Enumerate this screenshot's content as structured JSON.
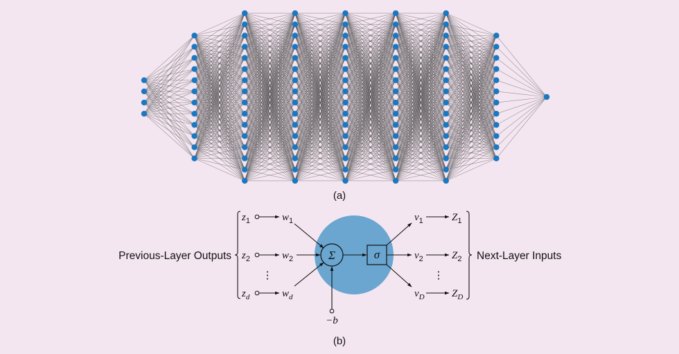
{
  "panel_a": {
    "caption": "(a)",
    "layers": [
      {
        "name": "input",
        "nodes": 4
      },
      {
        "name": "hidden-1",
        "nodes": 12
      },
      {
        "name": "hidden-2",
        "nodes": 16
      },
      {
        "name": "hidden-3",
        "nodes": 16
      },
      {
        "name": "hidden-4",
        "nodes": 16
      },
      {
        "name": "hidden-5",
        "nodes": 16
      },
      {
        "name": "hidden-6",
        "nodes": 16
      },
      {
        "name": "hidden-7",
        "nodes": 12
      },
      {
        "name": "output",
        "nodes": 1
      }
    ],
    "node_color": "#1a78c2",
    "edge_color": "#4a4a4a"
  },
  "panel_b": {
    "caption": "(b)",
    "left_label": "Previous-Layer Outputs",
    "right_label": "Next-Layer Inputs",
    "neuron_color": "#6aa6d0",
    "inputs": [
      {
        "z": "z",
        "z_sub": "1",
        "w": "w",
        "w_sub": "1"
      },
      {
        "z": "z",
        "z_sub": "2",
        "w": "w",
        "w_sub": "2"
      },
      {
        "z": "z",
        "z_sub": "d",
        "w": "w",
        "w_sub": "d"
      }
    ],
    "outputs": [
      {
        "v": "v",
        "v_sub": "1",
        "Z": "Z",
        "Z_sub": "1"
      },
      {
        "v": "v",
        "v_sub": "2",
        "Z": "Z",
        "Z_sub": "2"
      },
      {
        "v": "v",
        "v_sub": "D",
        "Z": "Z",
        "Z_sub": "D"
      }
    ],
    "ellipsis": "⋮",
    "sum_symbol": "Σ",
    "activation_symbol": "σ",
    "bias_label": "−b"
  }
}
